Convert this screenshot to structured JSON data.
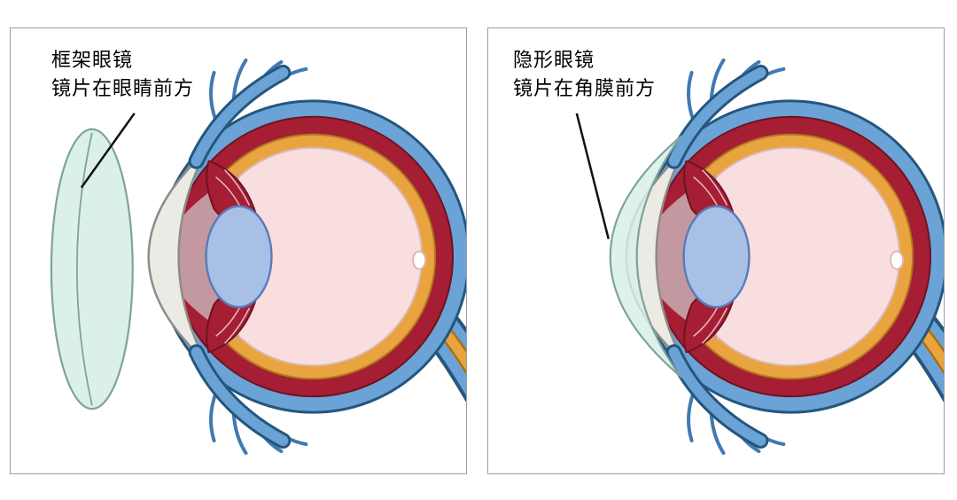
{
  "panels": [
    {
      "id": "frame-glasses",
      "label_line1": "框架眼镜",
      "label_line2": "镜片在眼睛前方"
    },
    {
      "id": "contact-lens",
      "label_line1": "隐形眼镜",
      "label_line2": "镜片在角膜前方"
    }
  ],
  "colors": {
    "sclera_blue": "#6ba3d6",
    "choroid_red": "#a61e33",
    "retina_orange": "#e9a43f",
    "vitreous_pink": "#f8dede",
    "lens_blue": "#a9c0e6",
    "cornea_white": "#eceae4",
    "anterior_mauve": "#c498a0",
    "spectacle_lens_mint": "#daf0e9",
    "contact_lens_mint": "#d7efe9",
    "outline_navy": "#24567e",
    "pointer_black": "#111111"
  }
}
